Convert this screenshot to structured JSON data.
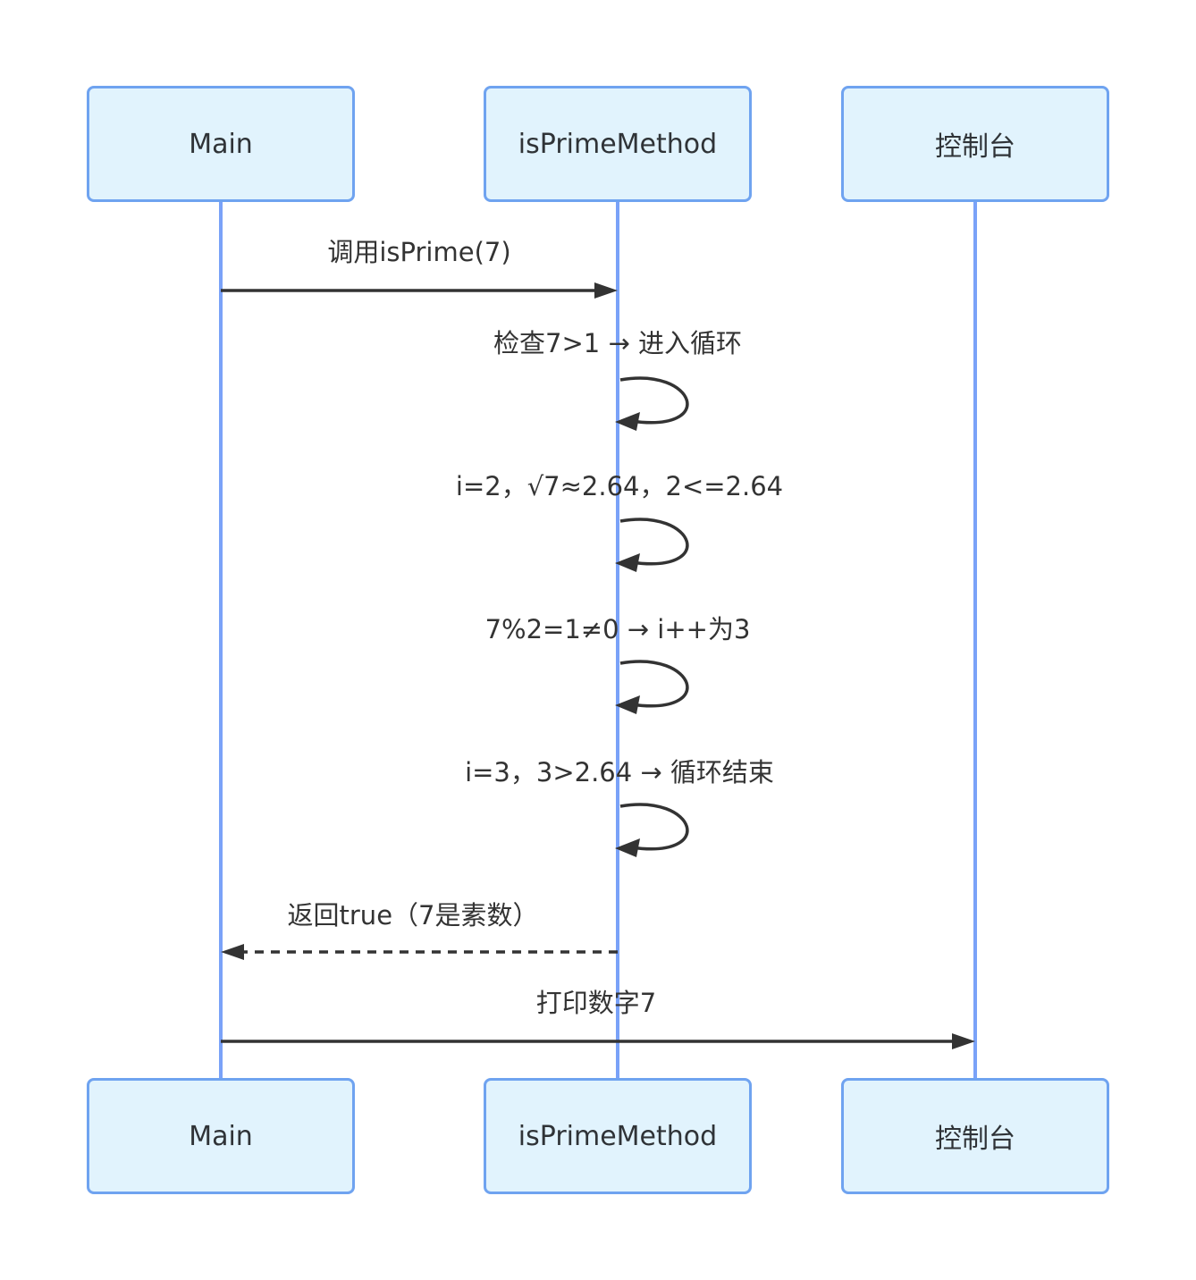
{
  "diagram": {
    "kind": "sequence-diagram",
    "actors": [
      {
        "id": "main",
        "label": "Main"
      },
      {
        "id": "isPrimeMethod",
        "label": "isPrimeMethod"
      },
      {
        "id": "console",
        "label": "控制台"
      }
    ],
    "messages": [
      {
        "from": "Main",
        "to": "isPrimeMethod",
        "line": "solid",
        "label": "调用isPrime(7)"
      },
      {
        "actor": "isPrimeMethod",
        "line": "self-loop",
        "label": "检查7>1 → 进入循环"
      },
      {
        "actor": "isPrimeMethod",
        "line": "self-loop",
        "label": "i=2，√7≈2.64，2<=2.64"
      },
      {
        "actor": "isPrimeMethod",
        "line": "self-loop",
        "label": "7%2=1≠0 → i++为3"
      },
      {
        "actor": "isPrimeMethod",
        "line": "self-loop",
        "label": "i=3，3>2.64 → 循环结束"
      },
      {
        "from": "isPrimeMethod",
        "to": "Main",
        "line": "dashed",
        "label": "返回true（7是素数）"
      },
      {
        "from": "Main",
        "to": "控制台",
        "line": "solid",
        "label": "打印数字7"
      }
    ],
    "colors": {
      "actor_fill": "#e1f3fd",
      "actor_border": "#6fa3f0",
      "lifeline": "#7aa2f8",
      "line": "#333333",
      "text": "#333333",
      "background": "#ffffff"
    }
  }
}
